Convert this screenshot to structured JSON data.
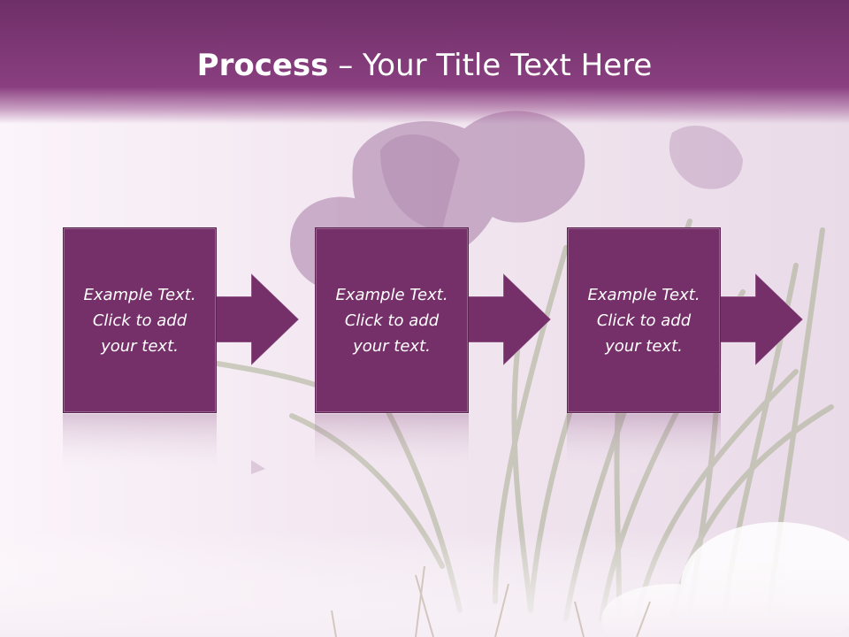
{
  "title": {
    "bold": "Process",
    "separator": " – ",
    "rest": "Your Title Text Here"
  },
  "steps": [
    {
      "text": "Example Text.\nClick  to add\nyour text."
    },
    {
      "text": "Example Text.\nClick  to add\nyour text."
    },
    {
      "text": "Example Text.\nClick  to add\nyour text."
    }
  ],
  "colors": {
    "title_bar": "#7a346f",
    "box": "#763069",
    "arrow": "#75306a",
    "text": "#ffffff"
  }
}
